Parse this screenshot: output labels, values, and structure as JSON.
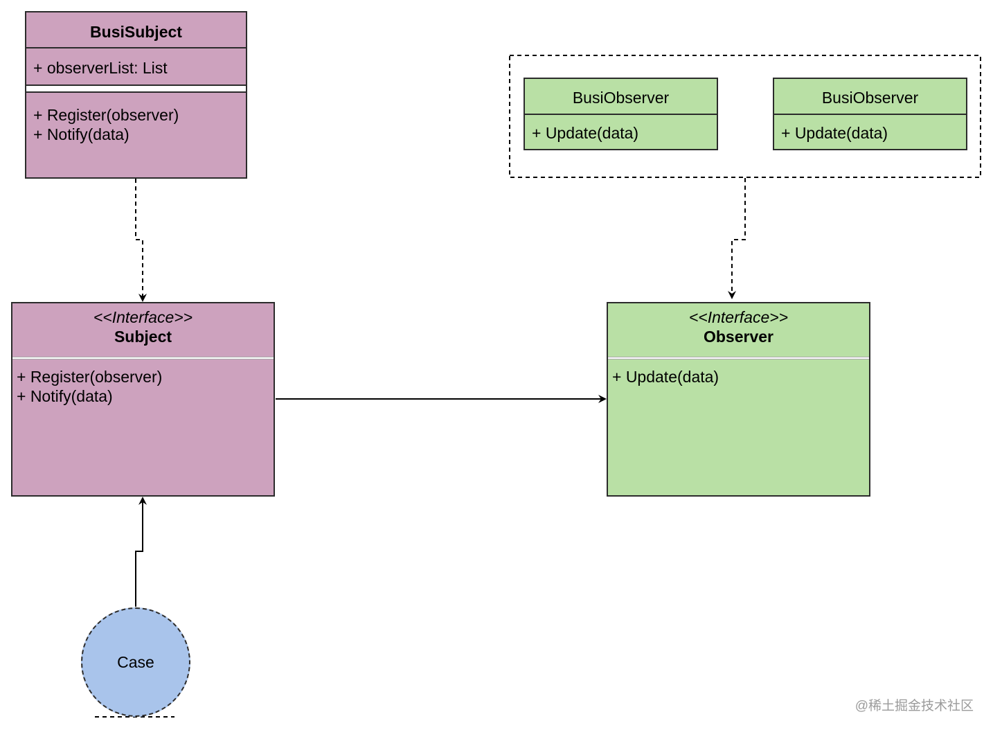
{
  "busi_subject": {
    "name": "BusiSubject",
    "attribute": "+ observerList: List",
    "methods": [
      "+ Register(observer)",
      "+ Notify(data)"
    ],
    "color": "#cda2be"
  },
  "busi_observer_group": {
    "observers": [
      {
        "name": "BusiObserver",
        "method": "+ Update(data)"
      },
      {
        "name": "BusiObserver",
        "method": "+ Update(data)"
      }
    ],
    "color": "#b9e0a5"
  },
  "subject_interface": {
    "stereotype": "<<Interface>>",
    "name": "Subject",
    "methods": [
      "+ Register(observer)",
      "+ Notify(data)"
    ],
    "color": "#cda2be"
  },
  "observer_interface": {
    "stereotype": "<<Interface>>",
    "name": "Observer",
    "methods": [
      "+ Update(data)"
    ],
    "color": "#b9e0a5"
  },
  "case_node": {
    "label": "Case",
    "color": "#a9c4eb"
  },
  "watermark": "@稀土掘金技术社区",
  "connections": [
    {
      "from": "busi_subject",
      "to": "subject_interface",
      "style": "dashed"
    },
    {
      "from": "busi_observer_group",
      "to": "observer_interface",
      "style": "dashed"
    },
    {
      "from": "subject_interface",
      "to": "observer_interface",
      "style": "solid"
    },
    {
      "from": "case_node",
      "to": "subject_interface",
      "style": "solid"
    }
  ]
}
